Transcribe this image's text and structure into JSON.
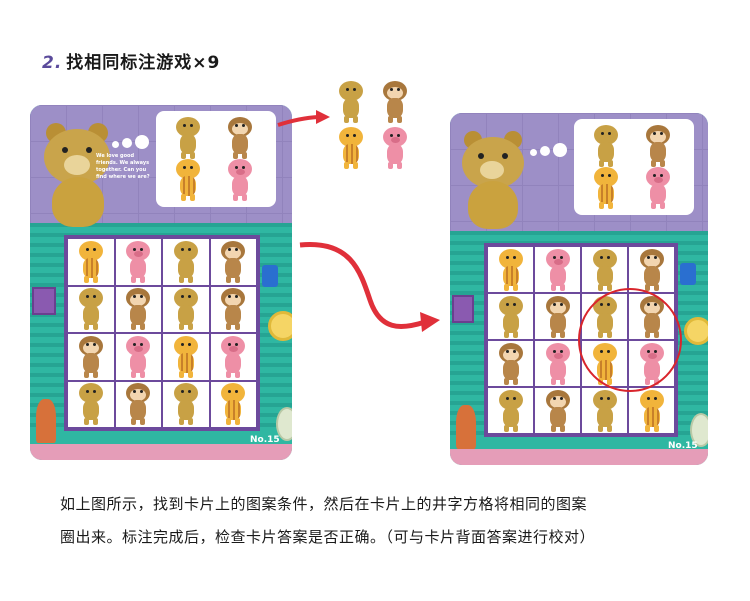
{
  "heading": {
    "number": "2.",
    "text": "找相同标注游戏×9"
  },
  "left_card": {
    "bubble_text": "We love good friends. We always together. Can you find where we are?",
    "card_number": "No.15",
    "target_set": [
      [
        "bear",
        "monkey"
      ],
      [
        "tiger",
        "pig"
      ]
    ],
    "grid": [
      [
        "tiger",
        "pig",
        "bear",
        "monkey"
      ],
      [
        "bear",
        "monkey",
        "bear",
        "monkey"
      ],
      [
        "monkey",
        "pig",
        "tiger",
        "pig"
      ],
      [
        "bear",
        "monkey",
        "bear",
        "tiger"
      ]
    ]
  },
  "right_card": {
    "card_number": "No.15",
    "target_set": [
      [
        "bear",
        "monkey"
      ],
      [
        "tiger",
        "pig"
      ]
    ],
    "grid": [
      [
        "tiger",
        "pig",
        "bear",
        "monkey"
      ],
      [
        "bear",
        "monkey",
        "bear",
        "monkey"
      ],
      [
        "monkey",
        "pig",
        "tiger",
        "pig"
      ],
      [
        "bear",
        "monkey",
        "bear",
        "tiger"
      ]
    ]
  },
  "loose_set": [
    [
      "bear",
      "monkey"
    ],
    [
      "tiger",
      "pig"
    ]
  ],
  "caption": {
    "line1": "如上图所示，找到卡片上的图案条件，然后在卡片上的井字方格将相同的图案",
    "line2": "圈出来。标注完成后，检查卡片答案是否正确。（可与卡片背面答案进行校对）"
  },
  "colors": {
    "arrow": "#e0303a",
    "circle": "#d9252c",
    "grid_border": "#6c4a9c",
    "wall": "#9d8fc7",
    "rug": "#2fb7a2"
  }
}
